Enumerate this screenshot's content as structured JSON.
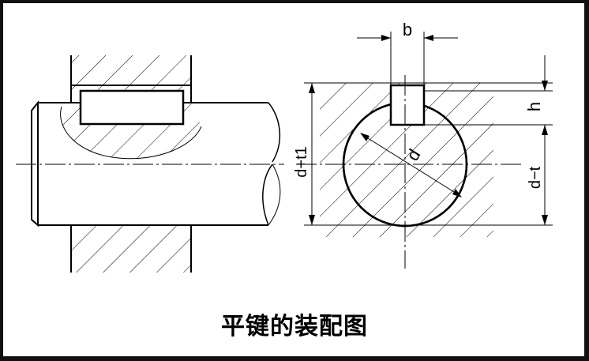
{
  "title": "平键的装配图",
  "labels": {
    "b": "b",
    "h": "h",
    "d": "d",
    "d_plus_t1": "d+t1",
    "d_minus_t": "d−t"
  }
}
